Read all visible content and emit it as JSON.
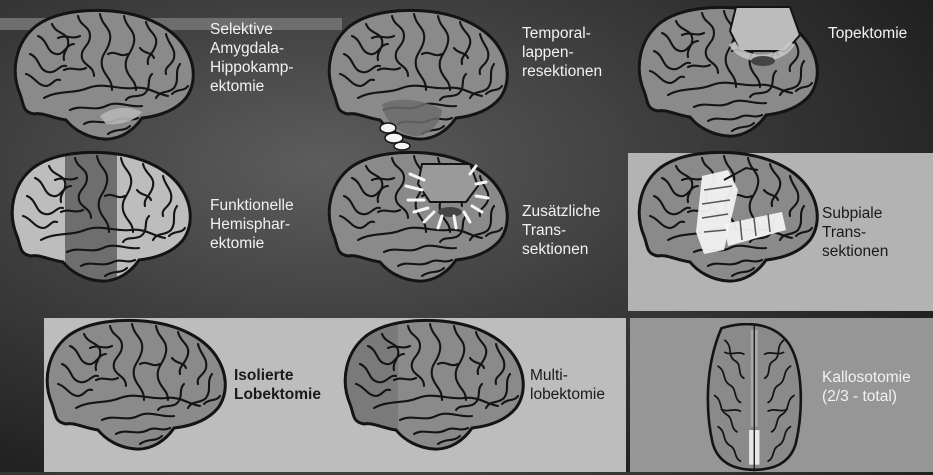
{
  "procedures": {
    "amygdala": {
      "lines": [
        "Selektive",
        "Amygdala-",
        "Hippokamp-",
        "ektomie"
      ]
    },
    "temporal": {
      "lines": [
        "Temporal-",
        "lappen-",
        "resektionen"
      ]
    },
    "topektomie": {
      "lines": [
        "Topektomie"
      ]
    },
    "hemispharektomie": {
      "lines": [
        "Funktionelle",
        "Hemisphar-",
        "ektomie"
      ]
    },
    "zusaetzliche": {
      "lines": [
        "Zusätzliche",
        "Trans-",
        "sektionen"
      ]
    },
    "subpiale": {
      "lines": [
        "Subpiale",
        "Trans-",
        "sektionen"
      ]
    },
    "isolierte": {
      "lines": [
        "Isolierte",
        "Lobektomie"
      ]
    },
    "multi": {
      "lines": [
        "Multi-",
        "lobektomie"
      ]
    },
    "kallosotomie": {
      "lines": [
        "Kallosotomie",
        "(2/3 - total)"
      ]
    }
  },
  "colors": {
    "brain_fill": "#8a8a8a",
    "brain_outline": "#141414",
    "highlight_light": "#c8c8c8",
    "highlight_dark": "#555555",
    "transection_white": "#f5f5f5"
  }
}
